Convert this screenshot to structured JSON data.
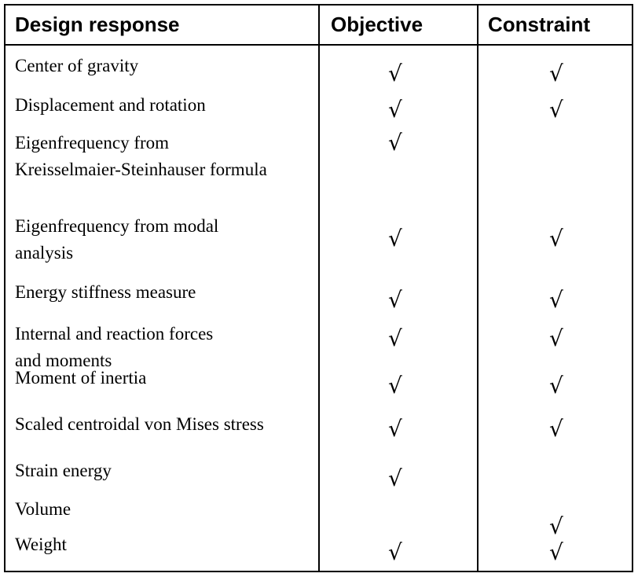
{
  "table": {
    "headers": {
      "response": "Design response",
      "objective": "Objective",
      "constraint": "Constraint"
    },
    "check_mark": "√",
    "rows": [
      {
        "label": "Center of gravity",
        "objective": true,
        "constraint": true
      },
      {
        "label": "Displacement and rotation",
        "objective": true,
        "constraint": true
      },
      {
        "label": "Eigenfrequency from Kreisselmaier-Steinhauser formula",
        "objective": true,
        "constraint": false
      },
      {
        "label": "Eigenfrequency from modal analysis",
        "objective": true,
        "constraint": true
      },
      {
        "label": "Energy stiffness measure",
        "objective": true,
        "constraint": true
      },
      {
        "label": "Internal and reaction forces and moments",
        "objective": true,
        "constraint": true
      },
      {
        "label": "Moment of inertia",
        "objective": true,
        "constraint": true
      },
      {
        "label": "Scaled centroidal von Mises stress",
        "objective": true,
        "constraint": true
      },
      {
        "label": "Strain energy",
        "objective": true,
        "constraint": false
      },
      {
        "label": "Volume",
        "objective": false,
        "constraint": true
      },
      {
        "label": "Weight",
        "objective": true,
        "constraint": true
      }
    ]
  }
}
